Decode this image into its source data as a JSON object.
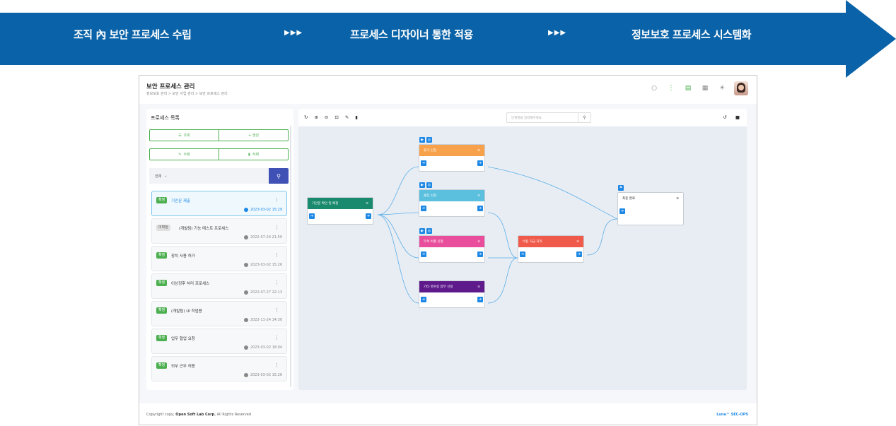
{
  "banner": {
    "steps": [
      "조직 內 보안 프로세스 수립",
      "프로세스 디자이너 통한 적용",
      "정보보호 프로세스 시스템화"
    ],
    "separator": "▶▶▶",
    "color": "#0a63a8"
  },
  "header": {
    "title": "보안 프로세스 관리",
    "breadcrumb": "정보보호 관리 > 보안 사업 관리 > 보안 프로세스 관리",
    "icons": [
      "search-icon",
      "tree-icon",
      "chat-icon",
      "grid-icon",
      "sun-icon",
      "avatar"
    ]
  },
  "sidebar": {
    "title": "프로세스 목록",
    "buttons": {
      "search": "조회",
      "create": "+ 생성",
      "edit": "수정",
      "delete": "삭제"
    },
    "filter_value": "전체",
    "search_placeholder": "",
    "items": [
      {
        "badge": "확정",
        "name": "기안문 제출",
        "date": "2023-03-02 15:29",
        "active": true
      },
      {
        "badge": "미확정",
        "name": "(개발팀) 기능 테스트 프로세스",
        "date": "2022-07-24 21:50",
        "active": false
      },
      {
        "badge": "확정",
        "name": "장치 사용 허가",
        "date": "2023-03-02 15:26",
        "active": false
      },
      {
        "badge": "확정",
        "name": "이상징후 처리 프로세스",
        "date": "2022-07-27 22:13",
        "active": false
      },
      {
        "badge": "확정",
        "name": "(개발팀) UI 작업용",
        "date": "2022-11-24 14:30",
        "active": false
      },
      {
        "badge": "확정",
        "name": "업무 협업 요청",
        "date": "2023-03-02 18:04",
        "active": false
      },
      {
        "badge": "확정",
        "name": "외부 근무 허용",
        "date": "2023-03-02 15:26",
        "active": false
      }
    ]
  },
  "canvas": {
    "search_placeholder": "단계명을 입력해주세요.",
    "toolbar_left": [
      "refresh-icon",
      "zoom-in-icon",
      "zoom-out-icon",
      "fit-icon",
      "edit-icon",
      "delete-icon"
    ],
    "toolbar_right": [
      "undo-icon",
      "save-icon"
    ],
    "nodes": [
      {
        "id": "n1",
        "title": "기안문 확인 및 배정",
        "color": "#1a8a6e"
      },
      {
        "id": "n2",
        "title": "휴가 신청",
        "color": "#f7a24b"
      },
      {
        "id": "n3",
        "title": "출장 신청",
        "color": "#5bc0de"
      },
      {
        "id": "n4",
        "title": "부서 비품 신청",
        "color": "#e94e9d"
      },
      {
        "id": "n5",
        "title": "기타 영수증 첨부 신청",
        "color": "#5e1a8b"
      },
      {
        "id": "n6",
        "title": "비용 지급 처리",
        "color": "#f05a4a"
      },
      {
        "id": "n7",
        "title": "최종 완료",
        "color": "#ffffff"
      }
    ]
  },
  "footer": {
    "copyright_prefix": "Copyright copy;",
    "copyright_company": "Open Soft Lab Corp.",
    "copyright_suffix": "All Rights Reserved",
    "brand": "Luna™ SEC-OPS"
  }
}
